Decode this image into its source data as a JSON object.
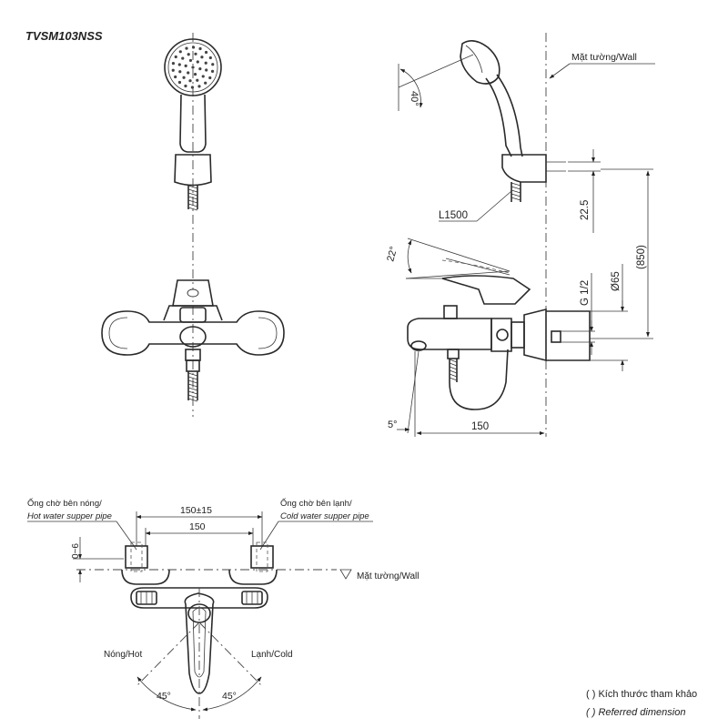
{
  "model": "TVSM103NSS",
  "side_view": {
    "wall_label": "Mặt tường/Wall",
    "angle_handshower": "40°",
    "hose_length": "L1500",
    "angle_lever": "22°",
    "angle_spout": "5°",
    "dim_holder_offset": "22.5",
    "dim_total_height": "(850)",
    "dim_flange": "Ø65",
    "dim_thread": "G 1/2",
    "dim_projection": "150"
  },
  "plan_view": {
    "hot_pipe_vi": "Ống chờ bên nóng/",
    "hot_pipe_en": "Hot water supper pipe",
    "cold_pipe_vi": "Ống chờ bên lạnh/",
    "cold_pipe_en": "Cold water supper pipe",
    "dim_spacing_tol": "150±15",
    "dim_spacing": "150",
    "dim_offset": "0~6",
    "wall_label": "Mặt tường/Wall",
    "hot_label": "Nóng/Hot",
    "cold_label": "Lạnh/Cold",
    "angle_left": "45°",
    "angle_right": "45°"
  },
  "legend": {
    "line1": "(    ) Kích thước tham khảo",
    "line2": "(    ) Referred dimension"
  }
}
